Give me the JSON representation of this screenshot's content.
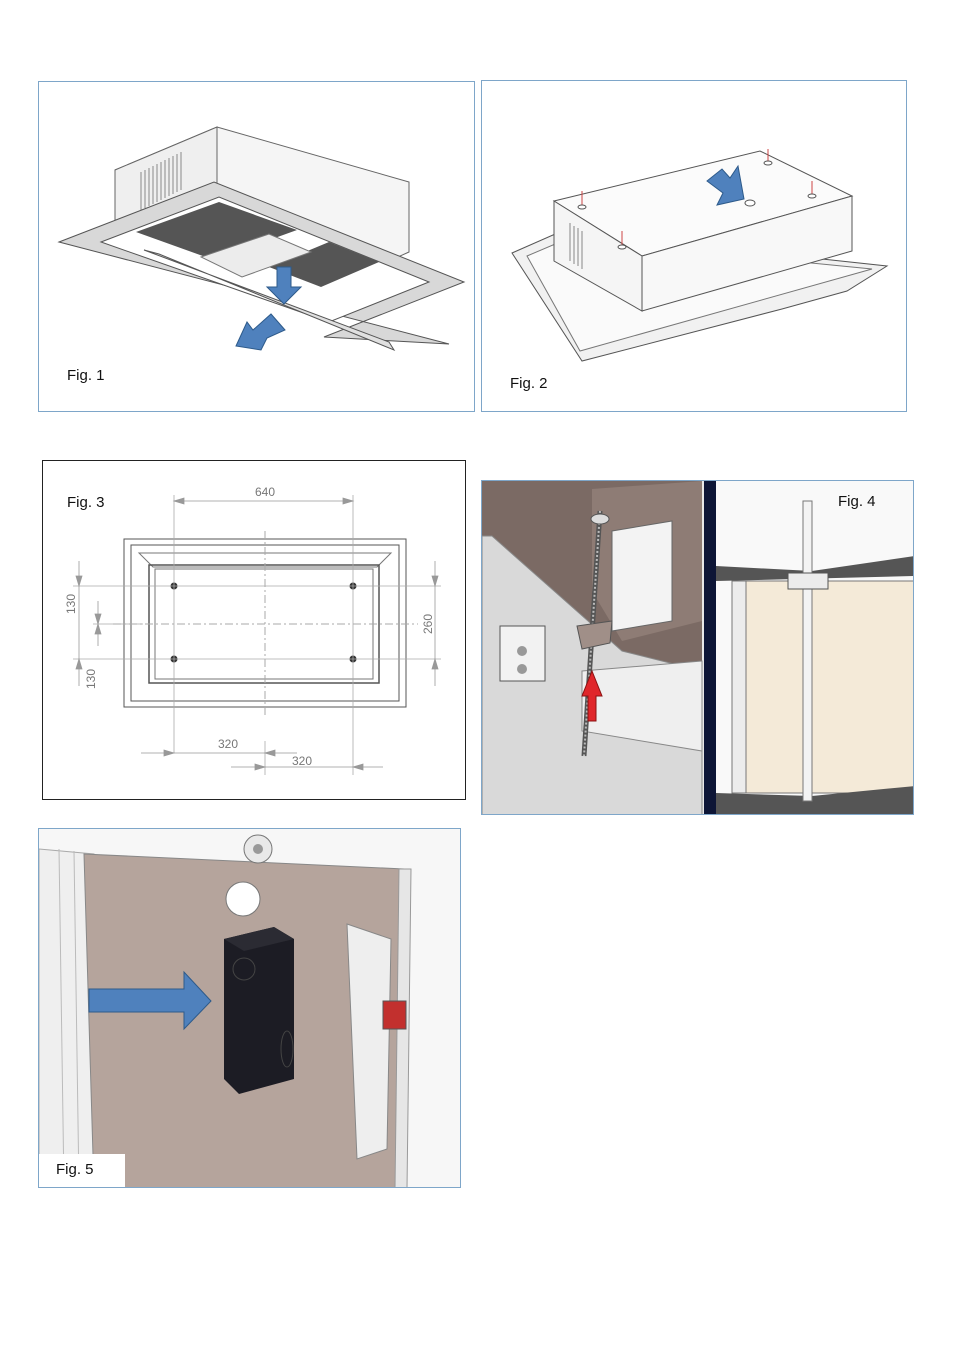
{
  "figures": {
    "fig1": {
      "caption": "Fig. 1"
    },
    "fig2": {
      "caption": "Fig. 2"
    },
    "fig3": {
      "caption": "Fig. 3",
      "dimensions": {
        "top_width": "640",
        "left_upper": "130",
        "left_lower": "130",
        "right_height": "260",
        "bottom_left": "320",
        "bottom_right": "320"
      }
    },
    "fig4": {
      "caption": "Fig. 4"
    },
    "fig5": {
      "caption": "Fig. 5"
    }
  },
  "colors": {
    "frame_blue": "#7ea6c9",
    "arrow_blue": "#4f81bd",
    "arrow_red": "#e0262a",
    "panel_brown": "#b5a49c",
    "panel_light": "#f4ead8",
    "dark_navy": "#0d1536"
  }
}
